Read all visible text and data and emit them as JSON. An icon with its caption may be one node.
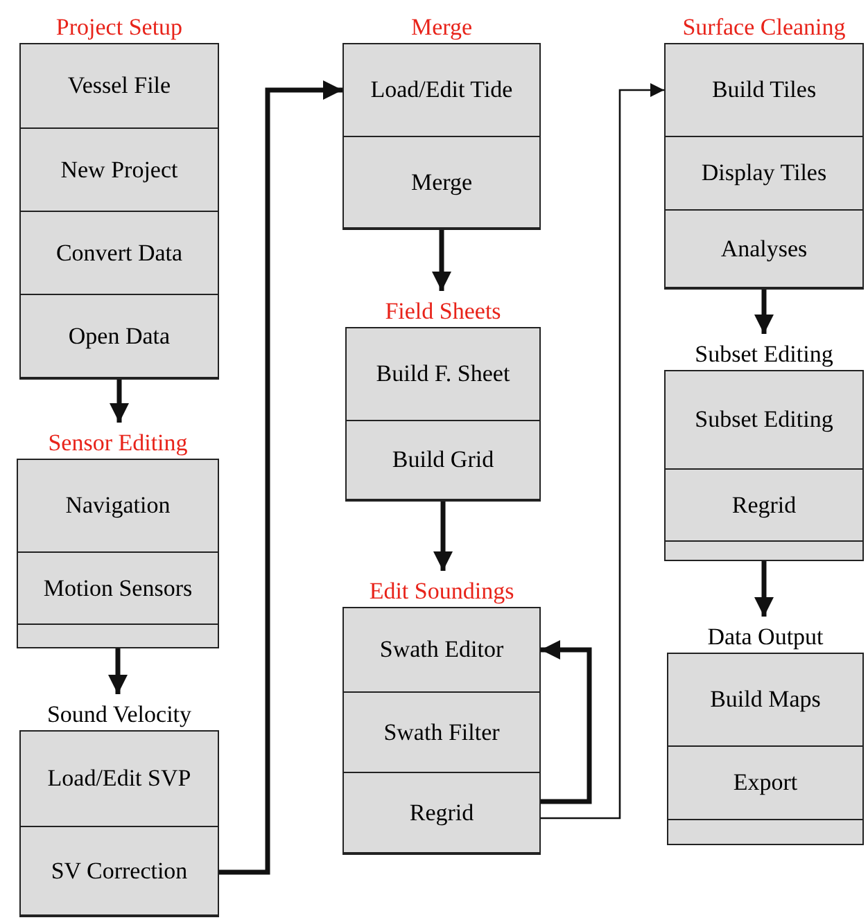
{
  "diagram": {
    "nodes": [
      {
        "text": [
          "Project Setup"
        ]
      },
      {
        "text": [
          "Vessel File"
        ],
        "in": 0
      },
      {
        "text": [
          "New Project"
        ],
        "in": 0
      },
      {
        "text": [
          "Convert Data"
        ],
        "in": 0
      },
      {
        "text": [
          "Open Data"
        ],
        "in": 0
      },
      {
        "text": [
          "Sensor Editing"
        ]
      },
      {
        "text": [
          "Navigation"
        ],
        "in": 5
      },
      {
        "text": [
          "Motion Sensors"
        ],
        "in": 5
      },
      {
        "text": [
          "Sound Velocity"
        ]
      },
      {
        "text": [
          "Load/Edit SVP"
        ],
        "in": 8
      },
      {
        "text": [
          "SV Correction"
        ],
        "in": 8
      },
      {
        "text": [
          "Merge"
        ]
      },
      {
        "text": [
          "Load/Edit Tide"
        ],
        "in": 11
      },
      {
        "text": [
          "Merge"
        ],
        "in": 11
      },
      {
        "text": [
          "Field Sheets"
        ]
      },
      {
        "text": [
          "Build F. Sheet"
        ],
        "in": 14
      },
      {
        "text": [
          "Build Grid"
        ],
        "in": 14
      },
      {
        "text": [
          "Edit Soundings"
        ]
      },
      {
        "text": [
          "Swath Editor"
        ],
        "in": 17
      },
      {
        "text": [
          "Swath Filter"
        ],
        "in": 17
      },
      {
        "text": [
          "Regrid"
        ],
        "in": 17
      },
      {
        "text": [
          "Surface Cleaning"
        ]
      },
      {
        "text": [
          "Build Tiles"
        ],
        "in": 21
      },
      {
        "text": [
          "Display Tiles"
        ],
        "in": 21
      },
      {
        "text": [
          "Analyses"
        ],
        "in": 21
      },
      {
        "text": [
          "Subset Editing"
        ]
      },
      {
        "text": [
          "Subset Editing"
        ],
        "in": 25
      },
      {
        "text": [
          "Regrid"
        ],
        "in": 25
      },
      {
        "text": [
          "Data Output"
        ]
      },
      {
        "text": [
          "Build Maps"
        ],
        "in": 28
      },
      {
        "text": [
          "Export"
        ],
        "in": 28
      }
    ],
    "edges": [
      {
        "from": 0,
        "to": 5,
        "arrow": "to"
      },
      {
        "from": 5,
        "to": 8,
        "arrow": "to"
      },
      {
        "from": 10,
        "to": 12,
        "arrow": "to"
      },
      {
        "from": 11,
        "to": 14,
        "arrow": "to"
      },
      {
        "from": 14,
        "to": 17,
        "arrow": "to"
      },
      {
        "from": 20,
        "to": 18,
        "arrow": "to"
      },
      {
        "from": 20,
        "to": 22,
        "arrow": "to"
      },
      {
        "from": 21,
        "to": 25,
        "arrow": "to"
      },
      {
        "from": 25,
        "to": 28,
        "arrow": "to"
      }
    ]
  }
}
